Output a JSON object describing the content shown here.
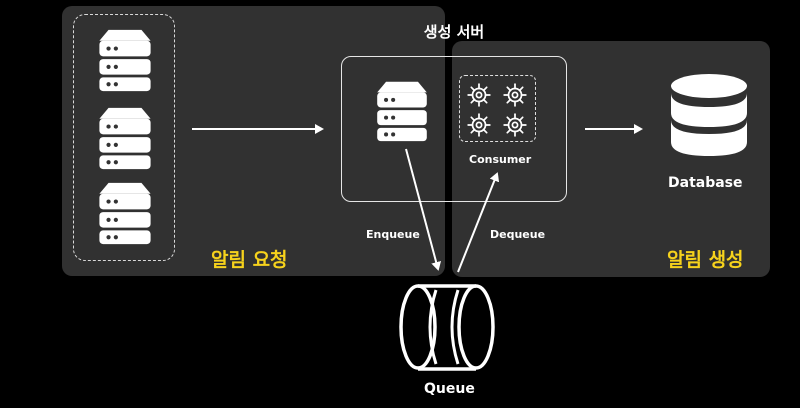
{
  "labels": {
    "server_title": "생성 서버",
    "request_group": "알림 요청",
    "create_group": "알림 생성",
    "consumer": "Consumer",
    "database": "Database",
    "enqueue": "Enqueue",
    "dequeue": "Dequeue",
    "queue": "Queue"
  },
  "colors": {
    "background": "#000000",
    "panel": "#3c3c3c",
    "accent": "#f6d21c",
    "stroke": "#ffffff"
  },
  "icons": {
    "client_servers": [
      "server-icon",
      "server-icon",
      "server-icon"
    ],
    "consumer_gears": [
      "gear-icon",
      "gear-icon",
      "gear-icon",
      "gear-icon"
    ],
    "producer": "server-icon",
    "storage": "database-icon",
    "queue": "queue-icon"
  }
}
